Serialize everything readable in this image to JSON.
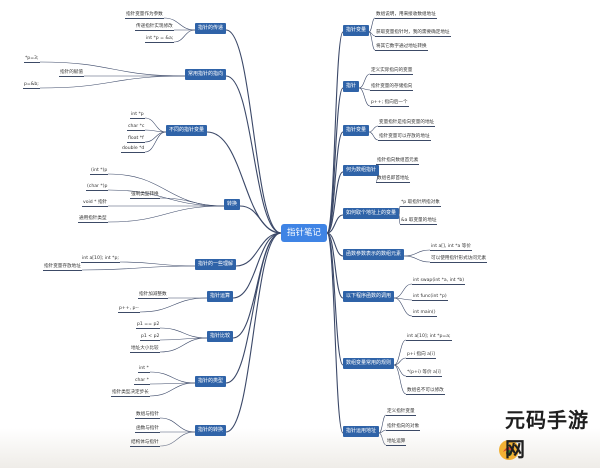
{
  "root": "指针笔记",
  "watermark": {
    "text": "元码手游网"
  },
  "branches": [
    {
      "id": "b1",
      "text": "指针变量",
      "nodes": [
        {
          "id": "b1c1",
          "text": "数组说明，用来接收数组地址"
        },
        {
          "id": "b1c2",
          "text": "获取变量指针时，我的需要确定地址"
        },
        {
          "id": "b1c3",
          "text": "将其它数字通过地址转换"
        }
      ]
    },
    {
      "id": "b2",
      "text": "指针",
      "nodes": [
        {
          "id": "b2c1",
          "text": "定义实际指向的变量"
        },
        {
          "id": "b2c2",
          "text": "指针变量的存储指向"
        },
        {
          "id": "b2c3",
          "text": "p++; 指向后一个"
        }
      ]
    },
    {
      "id": "b3",
      "text": "指针变量",
      "nodes": [
        {
          "id": "b3c1",
          "text": "变量指针是指向变量的地址"
        },
        {
          "id": "b3c2",
          "text": "指针变量可以存放的地址"
        }
      ]
    },
    {
      "id": "b4",
      "text": "何为数组指针",
      "nodes": [
        {
          "id": "b4c1",
          "text": "指针指向数组首元素"
        },
        {
          "id": "b4c2",
          "text": "数组名即首地址"
        }
      ]
    },
    {
      "id": "b5",
      "text": "如何取个地址上的变量",
      "nodes": [
        {
          "id": "b5c1",
          "text": "*p 取指针所指对象"
        },
        {
          "id": "b5c2",
          "text": "&a 取变量的地址"
        }
      ]
    },
    {
      "id": "b6",
      "text": "函数参数表示的数组元素",
      "nodes": [
        {
          "id": "b6c1",
          "text": "int a[], int *a 等价"
        },
        {
          "id": "b6c2",
          "text": "可以使用指针形式访问元素"
        }
      ]
    },
    {
      "id": "b7",
      "text": "以下程序函数的调用",
      "nodes": [
        {
          "id": "b7c1",
          "text": "int swap(int *a, int *b)"
        },
        {
          "id": "b7c2",
          "text": "int func(int *p)"
        },
        {
          "id": "b7c3",
          "text": "int main()"
        }
      ]
    },
    {
      "id": "b8",
      "text": "数组变量常用的规则",
      "nodes": [
        {
          "id": "b8c1",
          "text": "int a[10]; int *p=a;"
        },
        {
          "id": "b8c2",
          "text": "p+i 指向 a[i]"
        },
        {
          "id": "b8c3",
          "text": "*(p+i) 等价 a[i]"
        },
        {
          "id": "b8c4",
          "text": "数组名不可以修改"
        }
      ]
    },
    {
      "id": "b9",
      "text": "指针运用地址",
      "nodes": [
        {
          "id": "b9c1",
          "text": "定义指针变量"
        },
        {
          "id": "b9c2",
          "text": "指针指向的对象"
        },
        {
          "id": "b9c3",
          "text": "地址运算"
        }
      ]
    },
    {
      "id": "b10",
      "text": "指针的传递",
      "nodes": [
        {
          "id": "b10c1",
          "text": "指针变量作为参数"
        },
        {
          "id": "b10c2",
          "text": "传递指针实现修改"
        },
        {
          "id": "b10c3",
          "text": "int *p = &a;"
        }
      ]
    },
    {
      "id": "b11",
      "text": "常用指针的指向",
      "nodes": [
        {
          "id": "b11c1",
          "text": "指针的赋值"
        },
        {
          "id": "b11c2",
          "text": "*p=3;"
        },
        {
          "id": "b11c3",
          "text": "p=&b;"
        }
      ]
    },
    {
      "id": "b12",
      "text": "不同的指针变量",
      "nodes": [
        {
          "id": "b12c1",
          "text": "int *p"
        },
        {
          "id": "b12c2",
          "text": "char *c"
        },
        {
          "id": "b12c3",
          "text": "float *f"
        },
        {
          "id": "b12c4",
          "text": "double *d"
        }
      ]
    },
    {
      "id": "b13",
      "text": "转换",
      "nodes": [
        {
          "id": "b13c1",
          "text": "强制类型转换"
        },
        {
          "id": "b13c2",
          "text": "(int *)p"
        },
        {
          "id": "b13c3",
          "text": "(char *)p"
        },
        {
          "id": "b13c4",
          "text": "void * 指针"
        },
        {
          "id": "b13c5",
          "text": "通用指针类型"
        }
      ]
    },
    {
      "id": "b14",
      "text": "指针的一些理解",
      "nodes": [
        {
          "id": "b14c1",
          "text": "int a[10]; int *p;"
        },
        {
          "id": "b14c2",
          "text": "指针变量存放地址"
        }
      ]
    },
    {
      "id": "b15",
      "text": "指针运算",
      "nodes": [
        {
          "id": "b15c1",
          "text": "指针加减整数"
        },
        {
          "id": "b15c2",
          "text": "p++, p--"
        }
      ]
    },
    {
      "id": "b16",
      "text": "指针比较",
      "nodes": [
        {
          "id": "b16c1",
          "text": "p1 == p2"
        },
        {
          "id": "b16c2",
          "text": "p1 < p2"
        },
        {
          "id": "b16c3",
          "text": "地址大小比较"
        }
      ]
    },
    {
      "id": "b17",
      "text": "指针的类型",
      "nodes": [
        {
          "id": "b17c1",
          "text": "int *"
        },
        {
          "id": "b17c2",
          "text": "char *"
        },
        {
          "id": "b17c3",
          "text": "指针类型决定步长"
        }
      ]
    },
    {
      "id": "b18",
      "text": "指针的转换",
      "nodes": [
        {
          "id": "b18c1",
          "text": "数组与指针"
        },
        {
          "id": "b18c2",
          "text": "函数与指针"
        },
        {
          "id": "b18c3",
          "text": "结构体与指针"
        }
      ]
    }
  ]
}
